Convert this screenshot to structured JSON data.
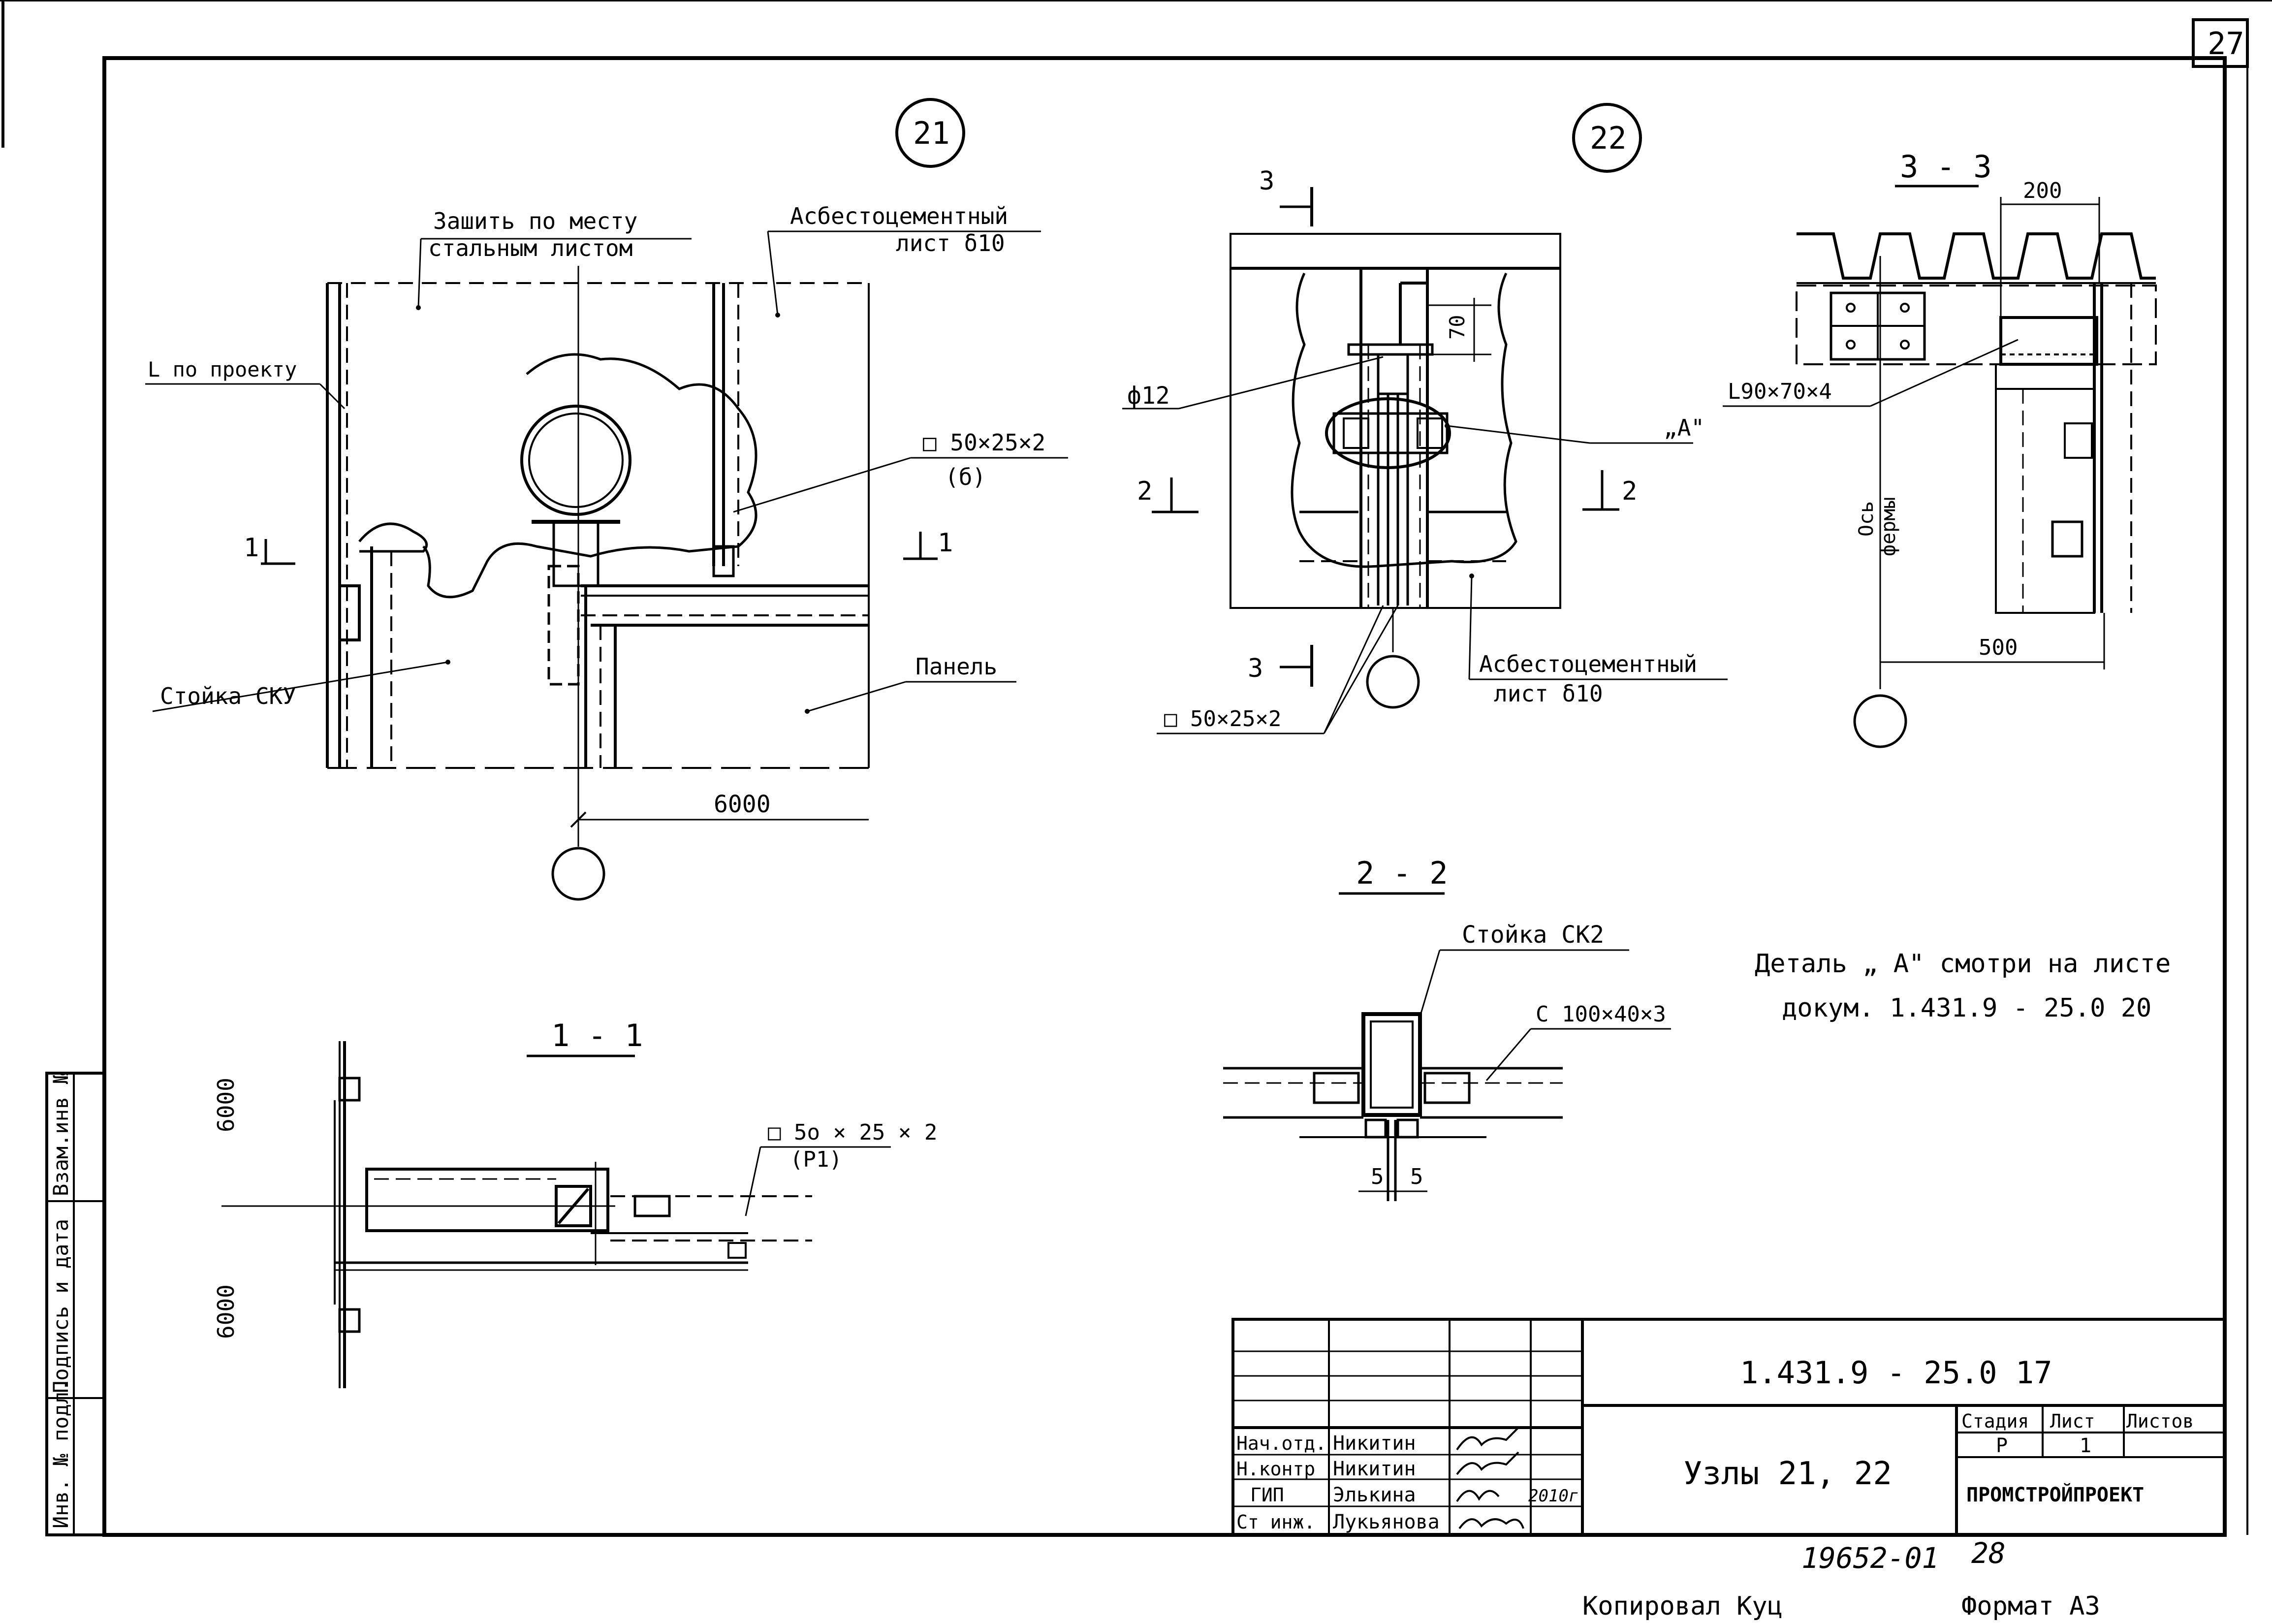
{
  "sheet": {
    "page_number": "27",
    "copied_by": "Копировал Куц",
    "format": "Формат А3",
    "archive_no": "19652-01",
    "archive_page": "28"
  },
  "side_stamp": {
    "inv_podl": "Инв. № подл.",
    "podpis_data": "Подпись и дата",
    "vzam_inv": "Взам.инв №"
  },
  "node21": {
    "marker": "21",
    "note_sew": [
      "Зашить по месту",
      "стальным листом"
    ],
    "note_asbestos": [
      "Асбестоцементный",
      "лист δ10"
    ],
    "note_angle": "L по проекту",
    "note_tube": [
      "□ 50×25×2",
      "(б)"
    ],
    "note_column": "Стойка СКУ",
    "note_panel": "Панель",
    "dim": "6000",
    "cut": "1"
  },
  "node22": {
    "marker": "22",
    "note_rod": "ф12",
    "dim_70": "70",
    "note_detail": "„А\"",
    "note_asbestos": [
      "Асбестоцементный",
      "лист δ10"
    ],
    "note_tube": "□ 50×25×2",
    "cut2": "2",
    "cut3": "3"
  },
  "section33": {
    "title": "3 - 3",
    "dim_200": "200",
    "dim_500": "500",
    "note_angle": "L90×70×4",
    "axis_label": [
      "Ось",
      "фермы"
    ]
  },
  "section11": {
    "title": "1 - 1",
    "dim_top": "6000",
    "dim_bottom": "6000",
    "note_tube": [
      "□ 5o × 25 × 2",
      "(Р1)"
    ]
  },
  "section22": {
    "title": "2 - 2",
    "note_column": "Стойка СК2",
    "note_channel": "С 100×40×3",
    "dim_a": "5",
    "dim_b": "5"
  },
  "detail_note": [
    "Деталь „ А\" смотри  на листе",
    "докум.  1.431.9 - 25.0  20"
  ],
  "title_block": {
    "doc_code": "1.431.9 - 25.0 17",
    "title": "Узлы 21, 22",
    "stage_label": "Стадия",
    "sheet_label": "Лист",
    "sheets_label": "Листов",
    "stage_value": "Р",
    "sheet_value": "1",
    "org": "ПРОМСТРОЙПРОЕКТ",
    "signature_year": "2010г",
    "signers": [
      {
        "role": "Нач.отд.",
        "name": "Никитин"
      },
      {
        "role": "Н.контр",
        "name": "Никитин"
      },
      {
        "role": "ГИП",
        "name": "Элькина"
      },
      {
        "role": "Ст инж.",
        "name": "Лукьянова"
      }
    ]
  }
}
